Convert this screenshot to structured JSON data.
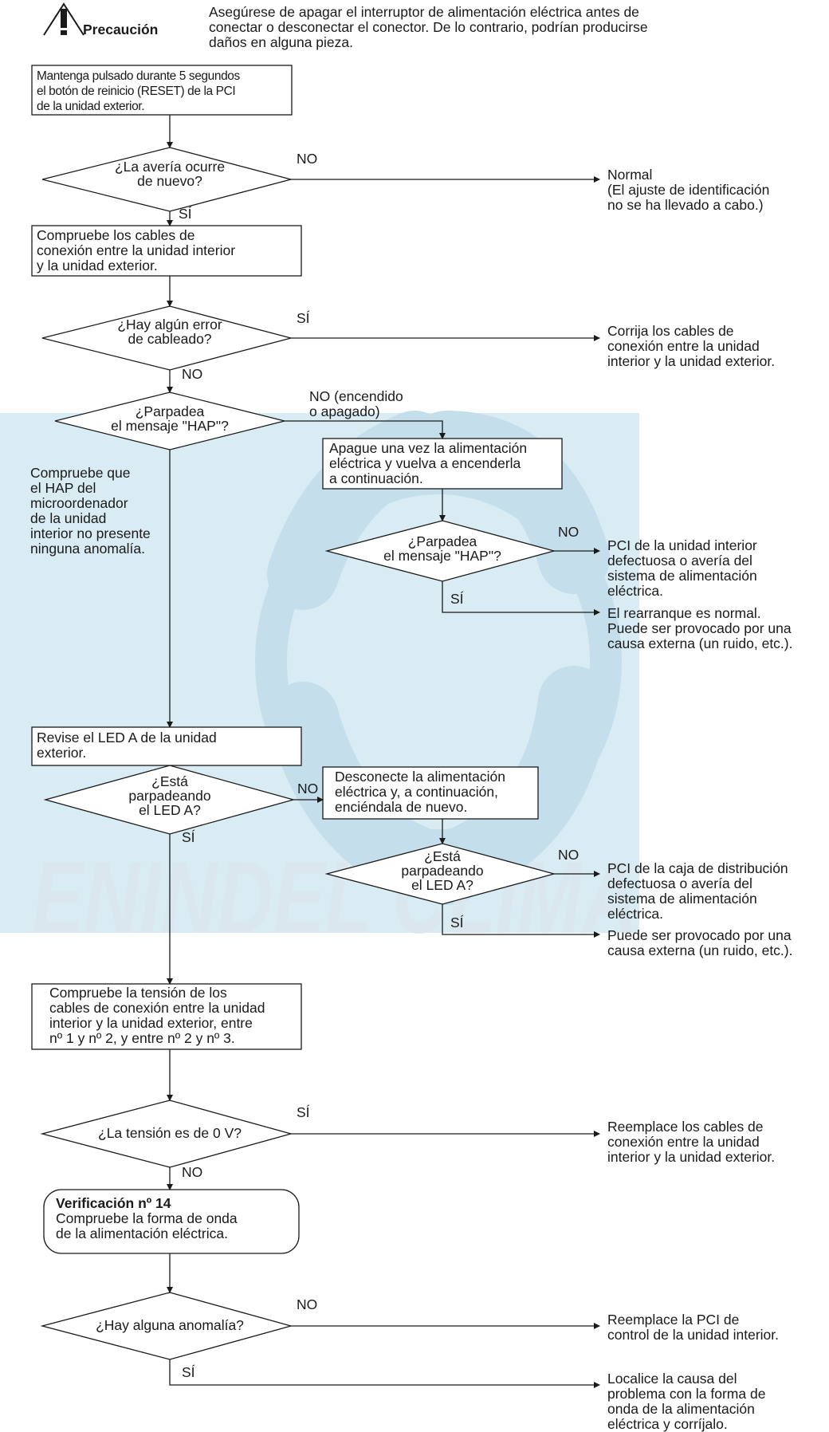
{
  "watermark": {
    "text": "ENINDEL CLIMA",
    "colors": {
      "band": "#d9ecf4",
      "shape": "#c4dfeb",
      "text": "#dbe7ee"
    }
  },
  "caution": {
    "icon": "warning-triangle-icon",
    "label": "Precaución",
    "text": [
      "Asegúrese de apagar el interruptor de alimentación eléctrica antes de",
      "conectar o desconectar el conector. De lo contrario, podrían producirse",
      "daños en alguna pieza."
    ]
  },
  "flow": {
    "step1": [
      "Mantenga pulsado durante 5 segundos",
      "el botón de reinicio (RESET) de la PCI",
      "de la unidad exterior."
    ],
    "q1": [
      "¿La avería ocurre",
      "de nuevo?"
    ],
    "q1_no": "NO",
    "q1_yes": "SÍ",
    "q1_result": [
      "Normal",
      "(El ajuste de identificación",
      "no se ha llevado a cabo.)"
    ],
    "step2": [
      "Compruebe los cables de",
      "conexión entre la unidad interior",
      "y la unidad exterior."
    ],
    "q2": [
      "¿Hay algún error",
      "de cableado?"
    ],
    "q2_yes": "SÍ",
    "q2_no": "NO",
    "q2_result": [
      "Corrija los cables de",
      "conexión entre la unidad",
      "interior y la unidad exterior."
    ],
    "q3": [
      "¿Parpadea",
      "el mensaje \"HAP\"?"
    ],
    "q3_no": [
      "NO (encendido",
      "o apagado)"
    ],
    "q3_note": [
      "Compruebe que",
      "el HAP del",
      "microordenador",
      "de la unidad",
      "interior no presente",
      "ninguna anomalía."
    ],
    "step3": [
      "Apague una vez la alimentación",
      "eléctrica y vuelva a encenderla",
      "a continuación."
    ],
    "q4": [
      "¿Parpadea",
      "el mensaje \"HAP\"?"
    ],
    "q4_no": "NO",
    "q4_yes": "SÍ",
    "q4_no_result": [
      "PCI de la unidad interior",
      "defectuosa o avería del",
      "sistema de alimentación",
      "eléctrica."
    ],
    "q4_yes_result": [
      "El rearranque es normal.",
      "Puede ser provocado por una",
      "causa externa (un ruido, etc.)."
    ],
    "step4": [
      "Revise el LED A de la unidad",
      "exterior."
    ],
    "q5": [
      "¿Está",
      "parpadeando",
      "el LED A?"
    ],
    "q5_no": "NO",
    "q5_yes": "SÍ",
    "step5": [
      "Desconecte la alimentación",
      "eléctrica y, a continuación,",
      "enciéndala de nuevo."
    ],
    "q6": [
      "¿Está",
      "parpadeando",
      "el LED A?"
    ],
    "q6_no": "NO",
    "q6_yes": "SÍ",
    "q6_no_result": [
      "PCI de la caja de distribución",
      "defectuosa o avería del",
      "sistema de alimentación",
      "eléctrica."
    ],
    "q6_yes_result": [
      "Puede ser provocado por una",
      "causa externa (un ruido, etc.)."
    ],
    "step6": [
      "Compruebe la tensión de los",
      "cables de conexión entre la unidad",
      "interior y la unidad exterior, entre",
      "nº 1 y nº 2, y entre nº 2 y nº 3."
    ],
    "q7": [
      "¿La tensión es de 0 V?"
    ],
    "q7_yes": "SÍ",
    "q7_no": "NO",
    "q7_result": [
      "Reemplace los cables de",
      "conexión entre la unidad",
      "interior y la unidad exterior."
    ],
    "step7_title": "Verificación nº 14",
    "step7": [
      "Compruebe la forma de onda",
      "de la alimentación eléctrica."
    ],
    "q8": [
      "¿Hay alguna anomalía?"
    ],
    "q8_no": "NO",
    "q8_yes": "SÍ",
    "q8_no_result": [
      "Reemplace la PCI de",
      "control de la unidad interior."
    ],
    "q8_yes_result": [
      "Localice la causa del",
      "problema con la forma de",
      "onda de la alimentación",
      "eléctrica y corríjalo."
    ]
  }
}
